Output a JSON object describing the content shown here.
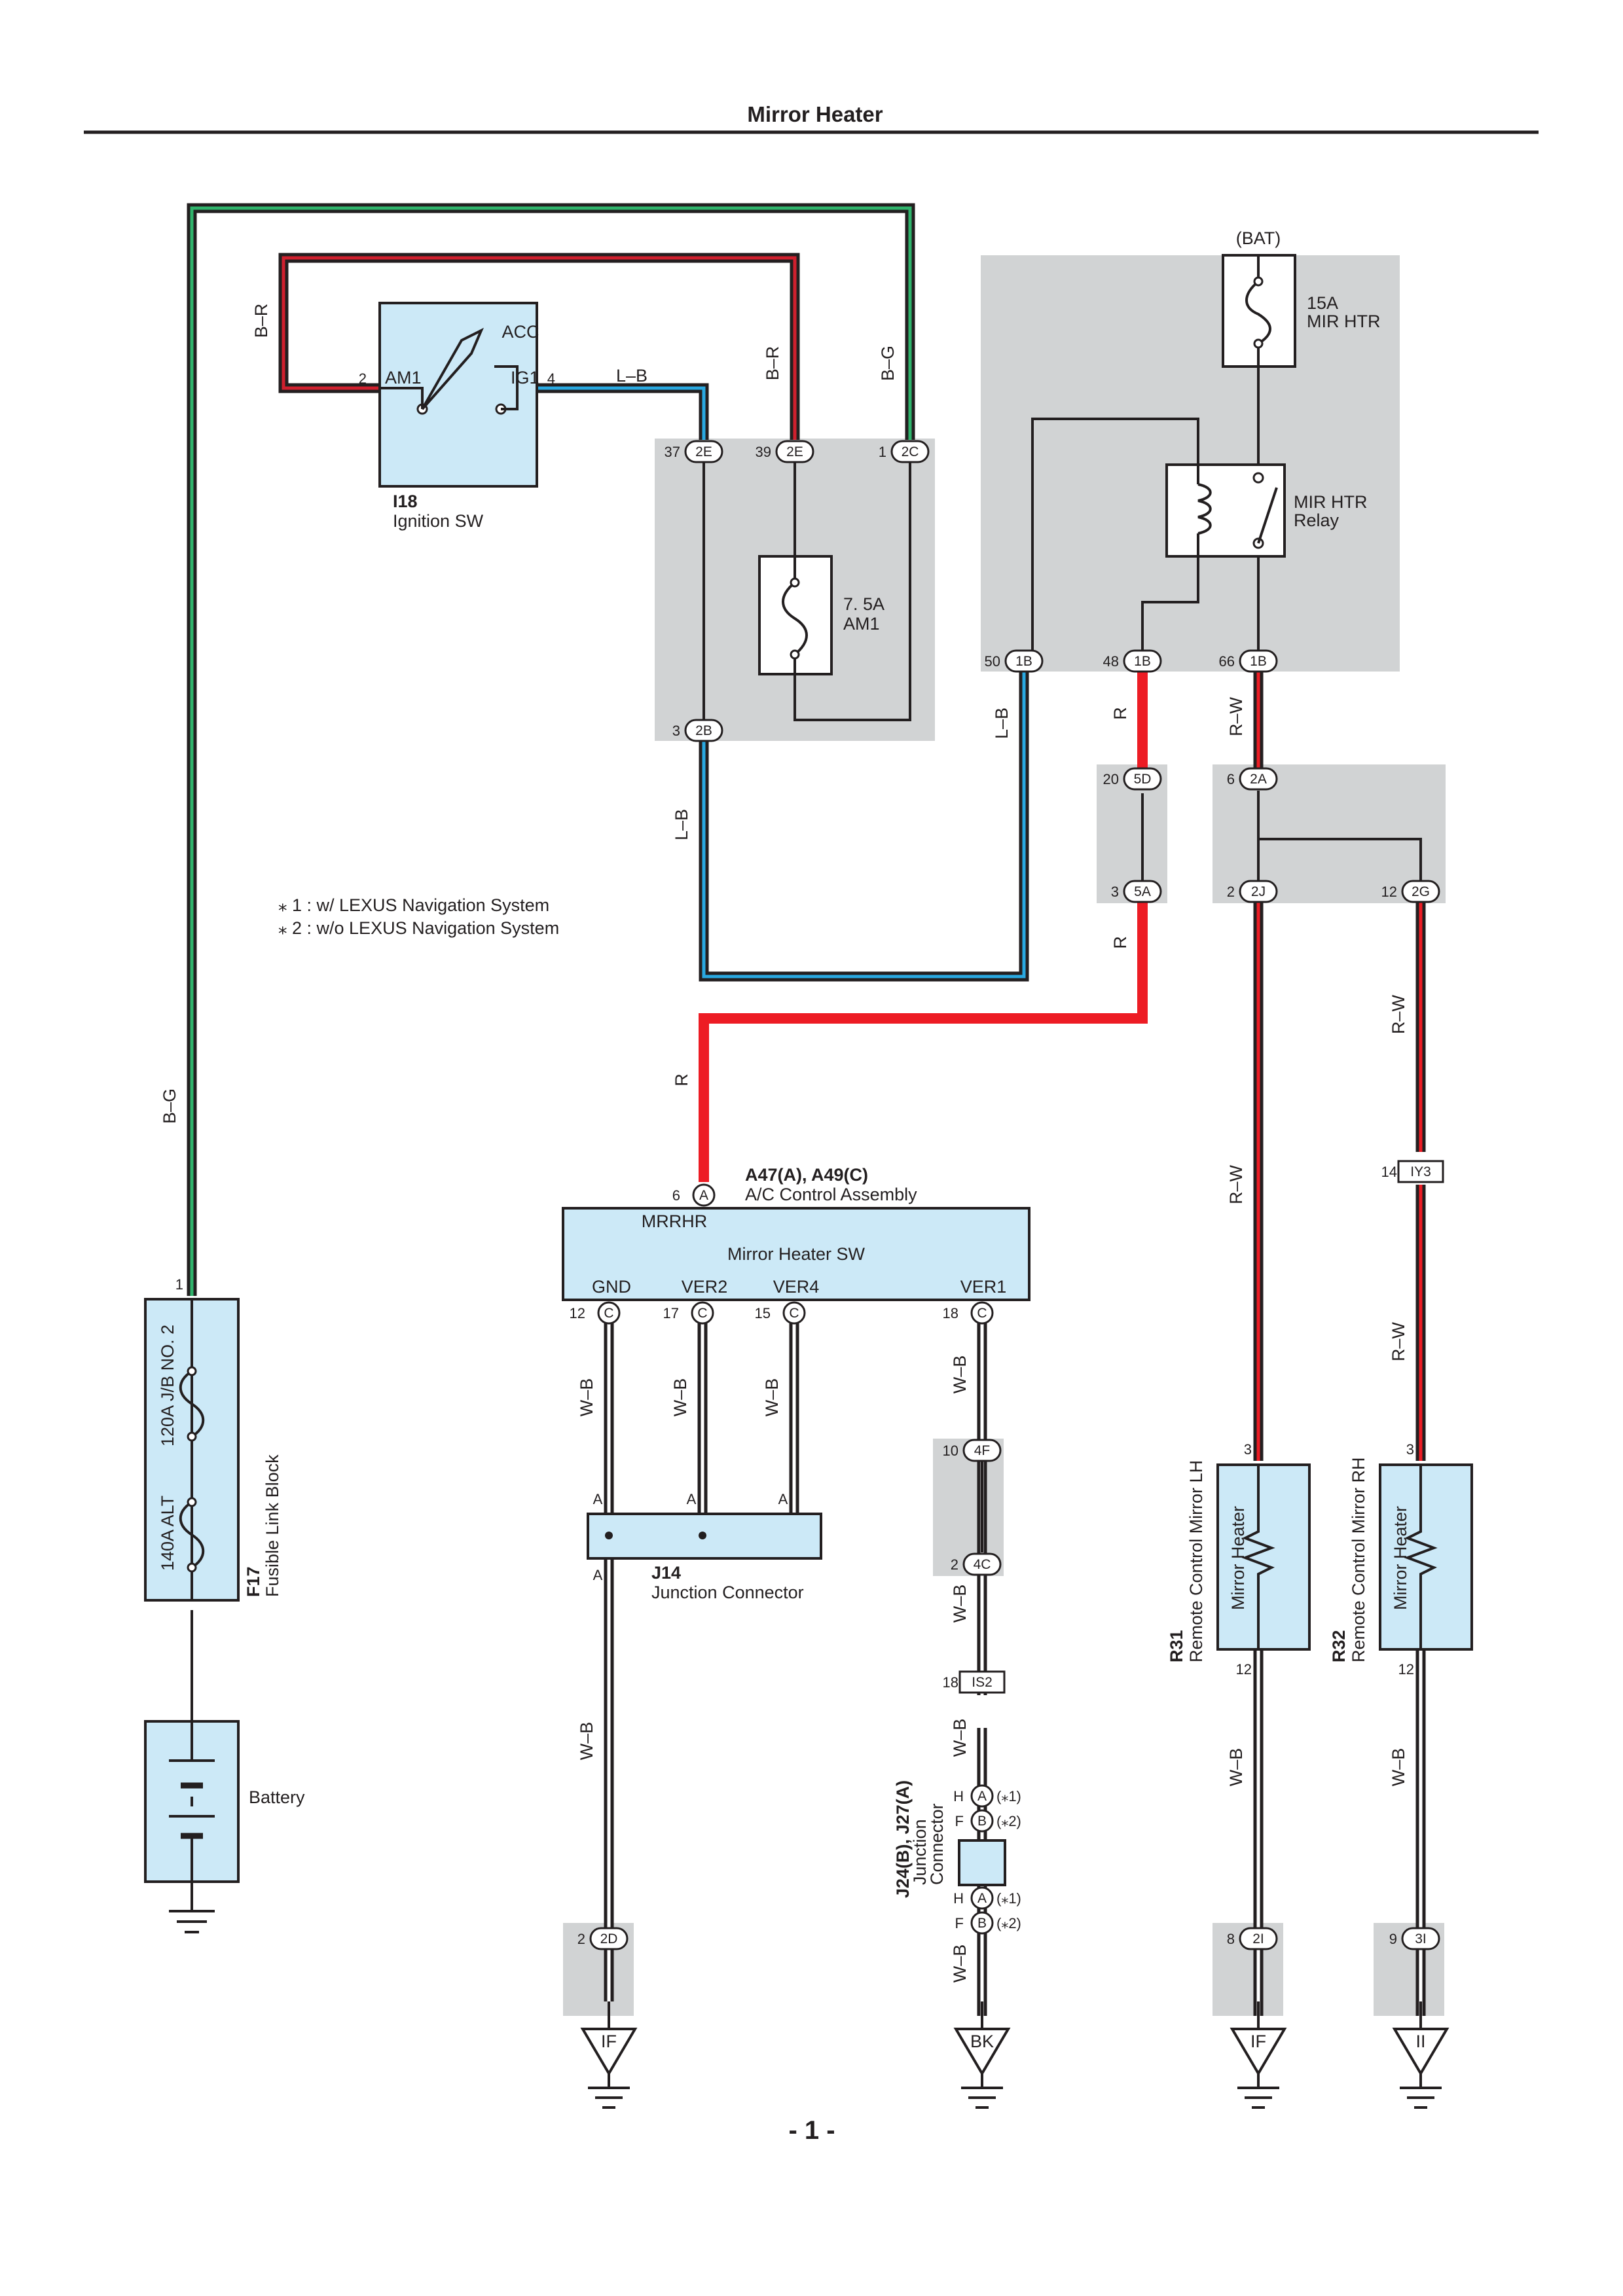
{
  "page": {
    "title": "Mirror Heater",
    "page_number": "- 1 -"
  },
  "notes": [
    "⁎ 1 : w/ LEXUS Navigation System",
    "⁎ 2 : w/o LEXUS Navigation System"
  ],
  "wire_colors": {
    "B-G": "#2fb36b",
    "B-R": "#d0202e",
    "L-B": "#2aa8e0",
    "R": "#ed1c24",
    "R-W": "#ed1c24",
    "W-B": "#ffffff"
  },
  "components": {
    "ignition_sw": {
      "id": "I18",
      "name": "Ignition SW",
      "terminals": [
        "AM1",
        "IG1",
        "ACC"
      ],
      "pins": [
        "2",
        "4"
      ]
    },
    "am1_fuse": {
      "rating": "7. 5A",
      "name": "AM1"
    },
    "mir_htr_fuse": {
      "supply": "(BAT)",
      "rating": "15A",
      "name": "MIR HTR"
    },
    "mir_htr_relay": {
      "line1": "MIR HTR",
      "line2": "Relay"
    },
    "fusible_link": {
      "id": "F17",
      "name": "Fusible Link Block",
      "fuse1": "120A J/B NO. 2",
      "fuse2": "140A ALT",
      "pin": "1"
    },
    "battery": {
      "name": "Battery"
    },
    "ac_control": {
      "id": "A47(A), A49(C)",
      "name": "A/C Control Assembly",
      "inner": "Mirror Heater SW",
      "terminals": [
        "MRRHR",
        "GND",
        "VER2",
        "VER4",
        "VER1"
      ]
    },
    "j14": {
      "id": "J14",
      "name": "Junction Connector"
    },
    "j24": {
      "id": "J24(B), J27(A)",
      "line1": "Junction",
      "line2": "Connector"
    },
    "mirror_lh": {
      "id": "R31",
      "name": "Remote Control Mirror LH",
      "inner": "Mirror Heater"
    },
    "mirror_rh": {
      "id": "R32",
      "name": "Remote Control Mirror RH",
      "inner": "Mirror Heater"
    }
  },
  "connectors": {
    "c2E_37": {
      "pin": "37",
      "id": "2E"
    },
    "c2E_39": {
      "pin": "39",
      "id": "2E"
    },
    "c2C_1": {
      "pin": "1",
      "id": "2C"
    },
    "c2B_3": {
      "pin": "3",
      "id": "2B"
    },
    "c1B_50": {
      "pin": "50",
      "id": "1B"
    },
    "c1B_48": {
      "pin": "48",
      "id": "1B"
    },
    "c1B_66": {
      "pin": "66",
      "id": "1B"
    },
    "c5D_20": {
      "pin": "20",
      "id": "5D"
    },
    "c5A_3": {
      "pin": "3",
      "id": "5A"
    },
    "c2A_6": {
      "pin": "6",
      "id": "2A"
    },
    "c2J_2": {
      "pin": "2",
      "id": "2J"
    },
    "c2G_12": {
      "pin": "12",
      "id": "2G"
    },
    "cA_6": {
      "pin": "6",
      "id": "A"
    },
    "cC_12": {
      "pin": "12",
      "id": "C"
    },
    "cC_17": {
      "pin": "17",
      "id": "C"
    },
    "cC_15": {
      "pin": "15",
      "id": "C"
    },
    "cC_18": {
      "pin": "18",
      "id": "C"
    },
    "c4F_10": {
      "pin": "10",
      "id": "4F"
    },
    "c4C_2": {
      "pin": "2",
      "id": "4C"
    },
    "cIS2_18": {
      "pin": "18",
      "id": "IS2"
    },
    "cIY3_14": {
      "pin": "14",
      "id": "IY3"
    },
    "c2D_2": {
      "pin": "2",
      "id": "2D"
    },
    "c2I_8": {
      "pin": "8",
      "id": "2I"
    },
    "c3I_9": {
      "pin": "9",
      "id": "3I"
    },
    "j24_top_A": {
      "pin": "H",
      "id": "A",
      "note": "(⁎1)"
    },
    "j24_top_B": {
      "pin": "F",
      "id": "B",
      "note": "(⁎2)"
    },
    "j24_bot_A": {
      "pin": "H",
      "id": "A",
      "note": "(⁎1)"
    },
    "j24_bot_B": {
      "pin": "F",
      "id": "B",
      "note": "(⁎2)"
    }
  },
  "pin_labels": {
    "j14_A1": "A",
    "j14_A2": "A",
    "j14_A3": "A",
    "j14_A4": "A",
    "mir_lh_3": "3",
    "mir_lh_12": "12",
    "mir_rh_3": "3",
    "mir_rh_12": "12"
  },
  "grounds": {
    "g_if1": "IF",
    "g_bk": "BK",
    "g_if2": "IF",
    "g_ii": "II"
  },
  "wire_labels": {
    "w_bg1": "B–G",
    "w_bg2": "B–G",
    "w_br1": "B–R",
    "w_br2": "B–R",
    "w_lb1": "L–B",
    "w_lb2": "L–B",
    "w_lb3": "L–B",
    "w_r1": "R",
    "w_r2": "R",
    "w_r3": "R",
    "w_rw1": "R–W",
    "w_rw2": "R–W",
    "w_rw3": "R–W",
    "w_rw4": "R–W",
    "w_wb1": "W–B",
    "w_wb2": "W–B",
    "w_wb3": "W–B",
    "w_wb4": "W–B",
    "w_wb5": "W–B",
    "w_wb6": "W–B",
    "w_wb7": "W–B",
    "w_wb8": "W–B",
    "w_wb9": "W–B",
    "w_wb10": "W–B",
    "w_wb11": "W–B"
  }
}
